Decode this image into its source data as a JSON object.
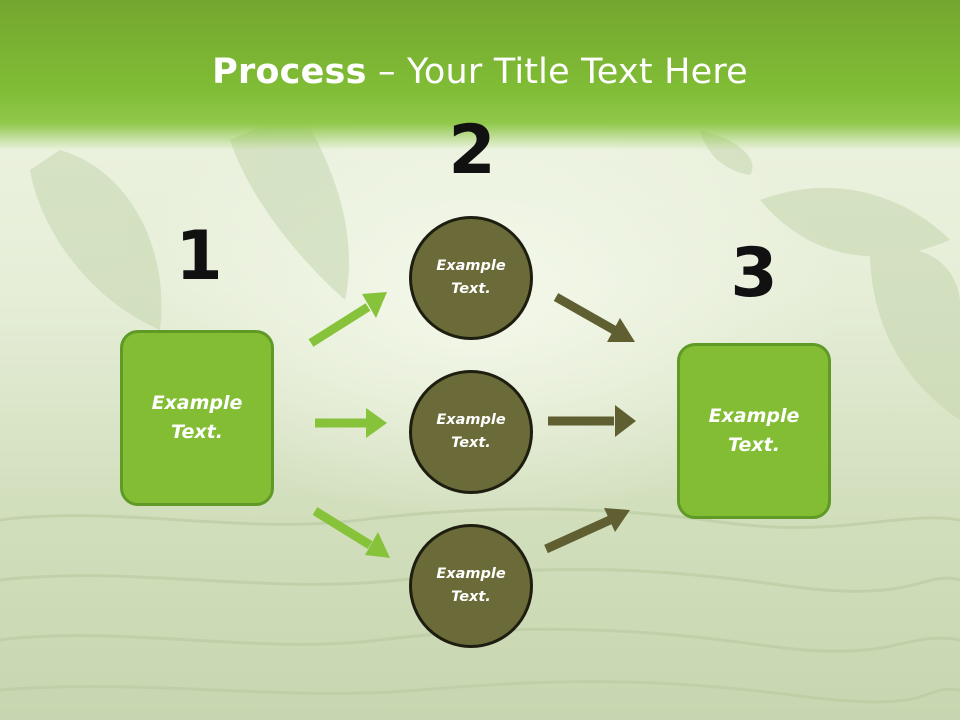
{
  "title": {
    "bold": "Process",
    "rest": " – Your Title Text Here"
  },
  "steps": [
    {
      "number": "1",
      "box_text": [
        "Example",
        "Text."
      ]
    },
    {
      "number": "2",
      "circles": [
        {
          "text": [
            "Example",
            "Text."
          ]
        },
        {
          "text": [
            "Example",
            "Text."
          ]
        },
        {
          "text": [
            "Example",
            "Text."
          ]
        }
      ]
    },
    {
      "number": "3",
      "box_text": [
        "Example",
        "Text."
      ]
    }
  ],
  "colors": {
    "header_green": "#80bd35",
    "box_green": "#82bd34",
    "circle_olive": "#6a6b38",
    "arrow_green": "#86c23a",
    "arrow_olive": "#5f5f32"
  }
}
